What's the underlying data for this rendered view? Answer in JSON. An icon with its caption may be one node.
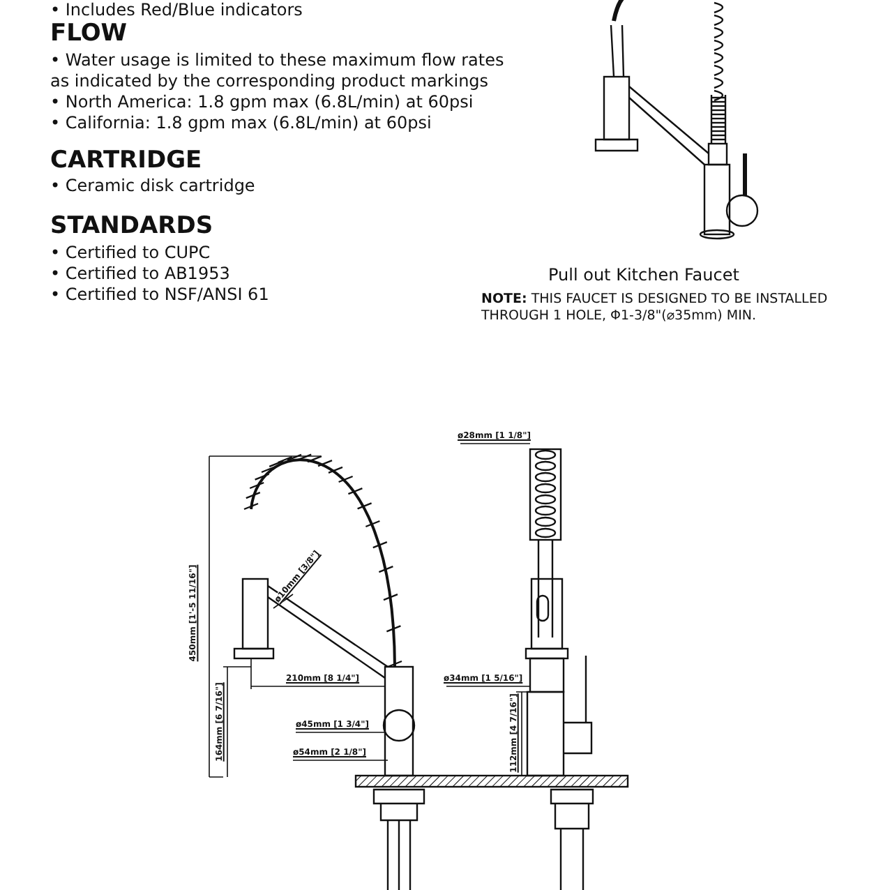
{
  "diagram": {
    "labels": [
      "• Includes Red/Blue indicators",
      "FLOW",
      "• Water usage is limited to these maximum flow rates as indicated by the corresponding product markings",
      "• North America: 1.8 gpm max (6.8L/min) at 60psi",
      "• California: 1.8 gpm max (6.8L/min) at 60psi",
      "CARTRIDGE",
      "• Ceramic disk cartridge",
      "STANDARDS",
      "• Certified to CUPC",
      "• Certified to AB1953",
      "• Certified to NSF/ANSI 61",
      "Pull out Kitchen Faucet",
      "**NOTE:** THIS FAUCET IS DESIGNED TO BE INSTALLED THROUGH 1 HOLE, Φ1-3/8\"(⌀35mm) MIN.",
      "ø28mm [1 1/8\"]",
      "ø10mm [3/8\"]",
      "450mm [1'-5 11/16\"]",
      "210mm [8 1/4\"]",
      "ø34mm [1 5/16\"]",
      "164mm [6 7/16\"]",
      "112mm [4 7/16\"]",
      "ø45mm [1 3/4\"]",
      "ø54mm [2 1/8\"]"
    ]
  }
}
